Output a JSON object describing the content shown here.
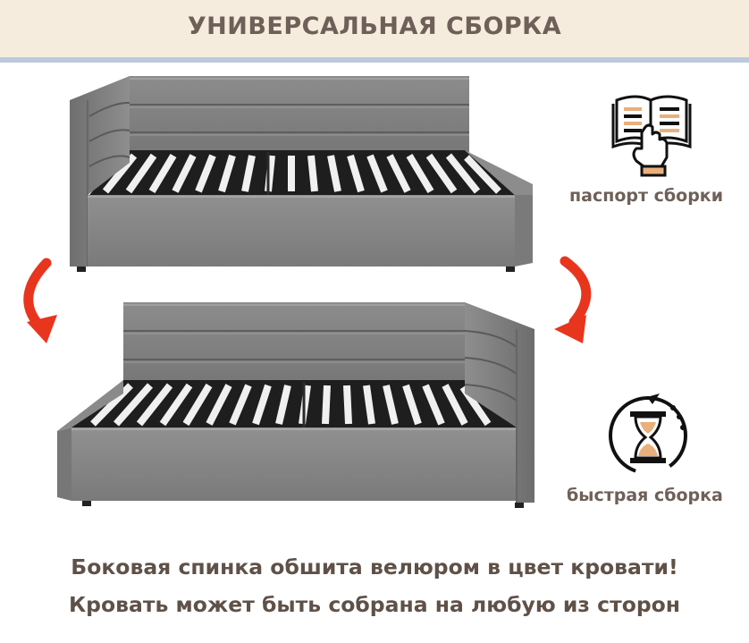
{
  "header": {
    "title": "УНИВЕРСАЛЬНАЯ СБОРКА"
  },
  "badges": {
    "passport_label": "паспорт сборки",
    "fast_label": "быстрая сборка"
  },
  "footer": {
    "line1": "Боковая спинка обшита велюром в цвет кровати!",
    "line2": "Кровать может быть собрана на любую из сторон"
  },
  "colors": {
    "header_bg": "#f6ecdd",
    "header_text": "#6e6058",
    "header_line": "#bcc9dc",
    "arrow_red": "#e8351e",
    "fabric": "#8a8a8a",
    "slat": "#f2f2f2",
    "icon_accent": "#e9b07c"
  }
}
